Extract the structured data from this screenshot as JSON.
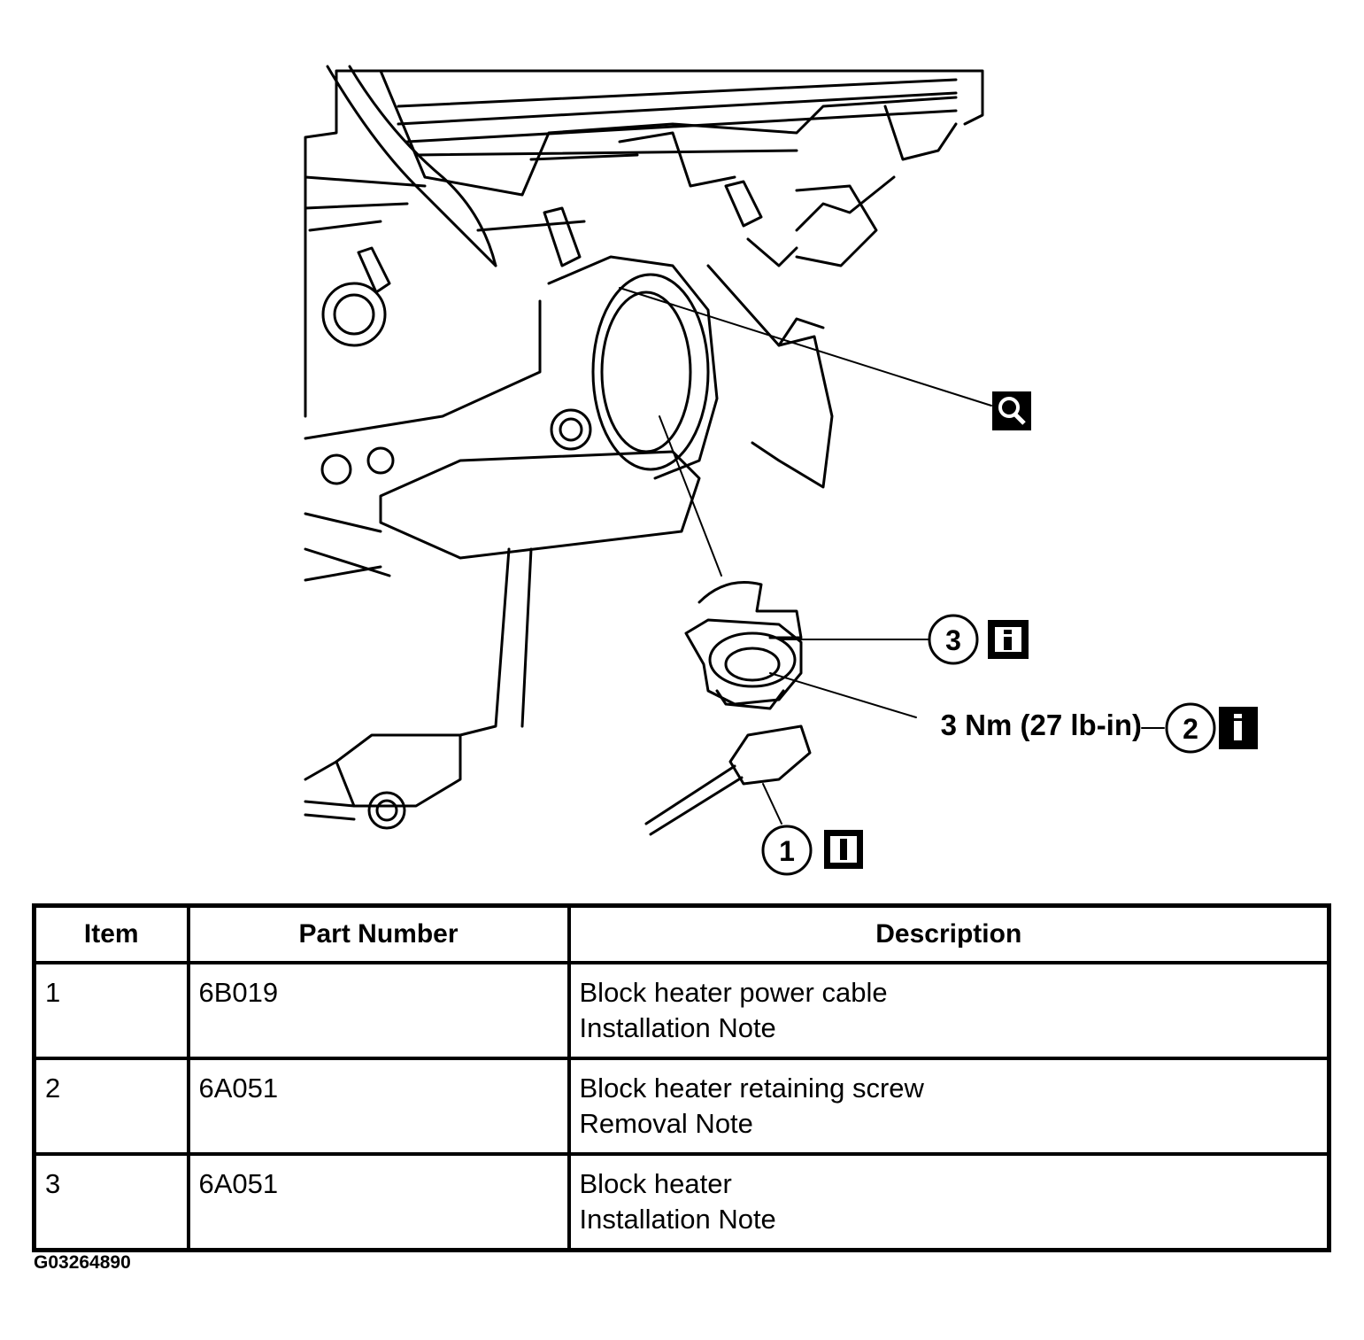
{
  "callouts": {
    "item1": "1",
    "item2": "2",
    "item3": "3",
    "torque": "3 Nm (27 lb-in)"
  },
  "icons": {
    "magnify": "magnify-icon",
    "info": "info-icon"
  },
  "table": {
    "headers": [
      "Item",
      "Part Number",
      "Description"
    ],
    "rows": [
      {
        "item": "1",
        "part": "6B019",
        "desc": [
          "Block heater power cable",
          "Installation Note"
        ]
      },
      {
        "item": "2",
        "part": "6A051",
        "desc": [
          "Block heater retaining screw",
          "Removal Note"
        ]
      },
      {
        "item": "3",
        "part": "6A051",
        "desc": [
          "Block heater",
          "Installation Note"
        ]
      }
    ]
  },
  "figure_id": "G03264890"
}
